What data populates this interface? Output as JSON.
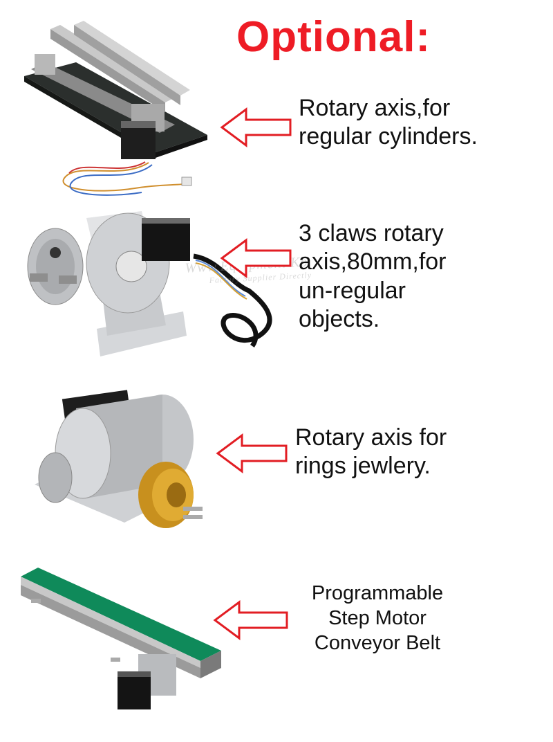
{
  "title": "Optional:",
  "items": [
    {
      "name": "rotary-axis-regular",
      "lines": [
        "Rotary axis,for",
        "regular cylinders."
      ]
    },
    {
      "name": "rotary-axis-3-claws",
      "lines": [
        "3 claws rotary",
        "axis,80mm,for",
        "un-regular",
        "objects."
      ]
    },
    {
      "name": "rotary-axis-rings",
      "lines": [
        "Rotary axis for",
        "rings jewlery."
      ]
    },
    {
      "name": "conveyor-belt",
      "lines": [
        "Programmable",
        "Step Motor",
        "Conveyor Belt"
      ]
    }
  ],
  "watermark": {
    "line1": "Www.Equipment Ko",
    "line2": "Factory Supplier Directly"
  },
  "colors": {
    "accent": "#ee1c25",
    "text": "#111111"
  }
}
